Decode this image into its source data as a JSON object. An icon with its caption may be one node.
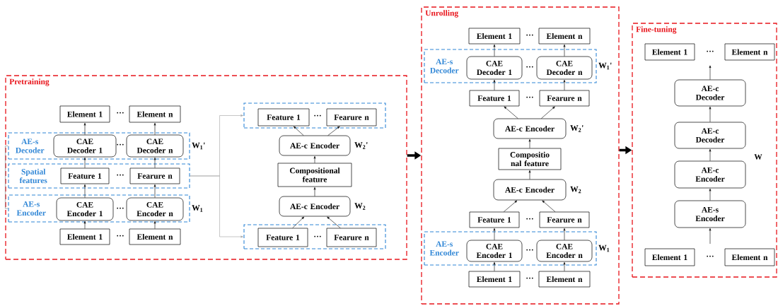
{
  "diagram": {
    "nodes": [
      {
        "text": [
          "Pretraining"
        ]
      },
      {
        "text": [
          "AE-s Decoder"
        ],
        "in": 0,
        "beside": [
          "W$_{1}$'"
        ]
      },
      {
        "text": [
          "Element 1"
        ],
        "in": 0
      },
      {
        "text": [
          "Element n"
        ],
        "in": 0
      },
      {
        "text": [
          "CAE Decoder 1"
        ],
        "in": 1
      },
      {
        "text": [
          "CAE Decoder n"
        ],
        "in": 1
      },
      {
        "text": [
          "Spatial features"
        ],
        "in": 0
      },
      {
        "text": [
          "Feature 1"
        ],
        "in": 6
      },
      {
        "text": [
          "Fearure n"
        ],
        "in": 6
      },
      {
        "text": [
          "AE-s Encoder"
        ],
        "in": 0,
        "beside": [
          "W$_{1}$"
        ]
      },
      {
        "text": [
          "CAE Encoder 1"
        ],
        "in": 9
      },
      {
        "text": [
          "CAE Encoder n"
        ],
        "in": 9
      },
      {
        "text": [
          "Element 1"
        ],
        "in": 0
      },
      {
        "text": [
          "Element n"
        ],
        "in": 0
      },
      {
        "text": [],
        "shape": "box",
        "in": 0
      },
      {
        "text": [
          "Feature 1"
        ],
        "in": 14
      },
      {
        "text": [
          "Fearure n"
        ],
        "in": 14
      },
      {
        "text": [
          "AE-c Encoder"
        ],
        "in": 0,
        "beside": [
          "W$_{2}$'"
        ]
      },
      {
        "text": [
          "Compositional feature"
        ],
        "in": 0
      },
      {
        "text": [
          "AE-c Encoder"
        ],
        "in": 0,
        "beside": [
          "W$_{2}$"
        ]
      },
      {
        "text": [],
        "shape": "box",
        "in": 0
      },
      {
        "text": [
          "Feature 1"
        ],
        "in": 20
      },
      {
        "text": [
          "Fearure n"
        ],
        "in": 20
      },
      {
        "text": [
          "Unrolling"
        ]
      },
      {
        "text": [
          "Element 1"
        ],
        "in": 23
      },
      {
        "text": [
          "Element n"
        ],
        "in": 23
      },
      {
        "text": [
          "AE-s Decoder"
        ],
        "in": 23,
        "beside": [
          "W$_{1}$'"
        ]
      },
      {
        "text": [
          "CAE Decoder 1"
        ],
        "in": 26
      },
      {
        "text": [
          "CAE Decoder n"
        ],
        "in": 26
      },
      {
        "text": [
          "Feature 1"
        ],
        "in": 23
      },
      {
        "text": [
          "Fearure n"
        ],
        "in": 23
      },
      {
        "text": [
          "AE-c Encoder"
        ],
        "in": 23,
        "beside": [
          "W$_{2}$'"
        ]
      },
      {
        "text": [
          "Compositio nal feature"
        ],
        "in": 23
      },
      {
        "text": [
          "AE-c Encoder"
        ],
        "in": 23,
        "beside": [
          "W$_{2}$"
        ]
      },
      {
        "text": [
          "Feature 1"
        ],
        "in": 23
      },
      {
        "text": [
          "Fearure n"
        ],
        "in": 23
      },
      {
        "text": [
          "AE-s Encoder"
        ],
        "in": 23,
        "beside": [
          "W$_{1}$"
        ]
      },
      {
        "text": [
          "CAE Encoder 1"
        ],
        "in": 36
      },
      {
        "text": [
          "CAE Encoder n"
        ],
        "in": 36
      },
      {
        "text": [
          "Element 1"
        ],
        "in": 23
      },
      {
        "text": [
          "Element n"
        ],
        "in": 23
      },
      {
        "text": [
          "Fine-tuning"
        ]
      },
      {
        "text": [
          "Element 1"
        ],
        "in": 41
      },
      {
        "text": [
          "Element n"
        ],
        "in": 41
      },
      {
        "text": [
          "AE-c Decoder"
        ],
        "in": 41
      },
      {
        "text": [
          "AE-c Decoder"
        ],
        "in": 41
      },
      {
        "text": [
          "AE-c Encoder"
        ],
        "in": 41
      },
      {
        "text": [
          "AE-s Encoder"
        ],
        "in": 41
      },
      {
        "text": [
          "Element 1"
        ],
        "in": 41
      },
      {
        "text": [
          "Element n"
        ],
        "in": 41
      }
    ],
    "edges": [
      {
        "from": 12,
        "to": 10,
        "arrow": "to"
      },
      {
        "from": 13,
        "to": 11,
        "arrow": "to"
      },
      {
        "from": 10,
        "to": 7,
        "arrow": "to"
      },
      {
        "from": 11,
        "to": 8,
        "arrow": "to"
      },
      {
        "from": 7,
        "to": 4,
        "arrow": "to"
      },
      {
        "from": 8,
        "to": 5,
        "arrow": "to"
      },
      {
        "from": 4,
        "to": 2,
        "arrow": "to"
      },
      {
        "from": 5,
        "to": 3,
        "arrow": "to"
      },
      {
        "from": 6,
        "to": 14,
        "arrow": "to",
        "color": "#a0a0a0"
      },
      {
        "from": 6,
        "to": 20,
        "arrow": "to",
        "color": "#a0a0a0"
      },
      {
        "from": 21,
        "to": 19,
        "arrow": "to"
      },
      {
        "from": 22,
        "to": 19,
        "arrow": "to"
      },
      {
        "from": 19,
        "to": 18,
        "arrow": "to"
      },
      {
        "from": 18,
        "to": 17,
        "arrow": "to"
      },
      {
        "from": 17,
        "to": 15,
        "arrow": "to"
      },
      {
        "from": 17,
        "to": 16,
        "arrow": "to"
      },
      {
        "from": 0,
        "to": 23,
        "arrow": "to",
        "style": "thick"
      },
      {
        "from": 39,
        "to": 37,
        "arrow": "to"
      },
      {
        "from": 40,
        "to": 38,
        "arrow": "to"
      },
      {
        "from": 37,
        "to": 34,
        "arrow": "to"
      },
      {
        "from": 38,
        "to": 35,
        "arrow": "to"
      },
      {
        "from": 34,
        "to": 33,
        "arrow": "to"
      },
      {
        "from": 35,
        "to": 33,
        "arrow": "to"
      },
      {
        "from": 33,
        "to": 32,
        "arrow": "to"
      },
      {
        "from": 32,
        "to": 31,
        "arrow": "to"
      },
      {
        "from": 31,
        "to": 29,
        "arrow": "to"
      },
      {
        "from": 31,
        "to": 30,
        "arrow": "to"
      },
      {
        "from": 29,
        "to": 27,
        "arrow": "to"
      },
      {
        "from": 30,
        "to": 28,
        "arrow": "to"
      },
      {
        "from": 27,
        "to": 24,
        "arrow": "to"
      },
      {
        "from": 28,
        "to": 25,
        "arrow": "to"
      },
      {
        "from": 23,
        "to": 41,
        "arrow": "to",
        "style": "thick"
      },
      {
        "from": null,
        "to": 47,
        "arrow": "to"
      },
      {
        "from": 47,
        "to": 46,
        "arrow": "to"
      },
      {
        "from": 46,
        "to": 45,
        "arrow": "to"
      },
      {
        "from": 45,
        "to": 44,
        "arrow": "to"
      },
      {
        "from": 44,
        "to": null,
        "arrow": "to"
      },
      {
        "from": 1,
        "to": 9,
        "arrow": "none",
        "color": "#787878"
      }
    ],
    "labels": [
      "···",
      "···",
      "···",
      "···",
      "···",
      "···",
      "···",
      "···",
      "···",
      "···",
      "···",
      "···",
      "···",
      "···",
      "W",
      "···"
    ]
  }
}
